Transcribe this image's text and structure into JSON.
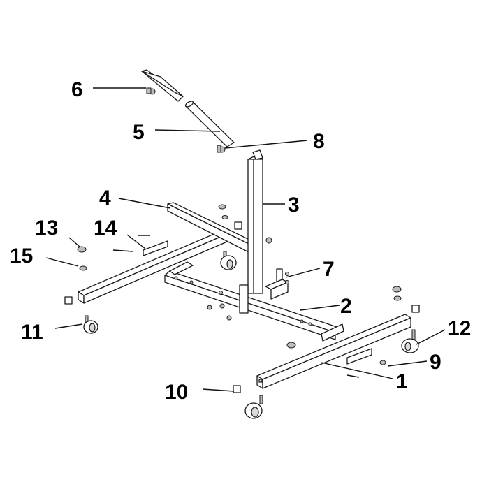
{
  "callouts": [
    {
      "key": "c1",
      "label": "1"
    },
    {
      "key": "c2",
      "label": "2"
    },
    {
      "key": "c3",
      "label": "3"
    },
    {
      "key": "c4",
      "label": "4"
    },
    {
      "key": "c5",
      "label": "5"
    },
    {
      "key": "c6",
      "label": "6"
    },
    {
      "key": "c7",
      "label": "7"
    },
    {
      "key": "c8",
      "label": "8"
    },
    {
      "key": "c9",
      "label": "9"
    },
    {
      "key": "c10",
      "label": "10"
    },
    {
      "key": "c11",
      "label": "11"
    },
    {
      "key": "c12",
      "label": "12"
    },
    {
      "key": "c13",
      "label": "13"
    },
    {
      "key": "c14",
      "label": "14"
    },
    {
      "key": "c15",
      "label": "15"
    }
  ]
}
